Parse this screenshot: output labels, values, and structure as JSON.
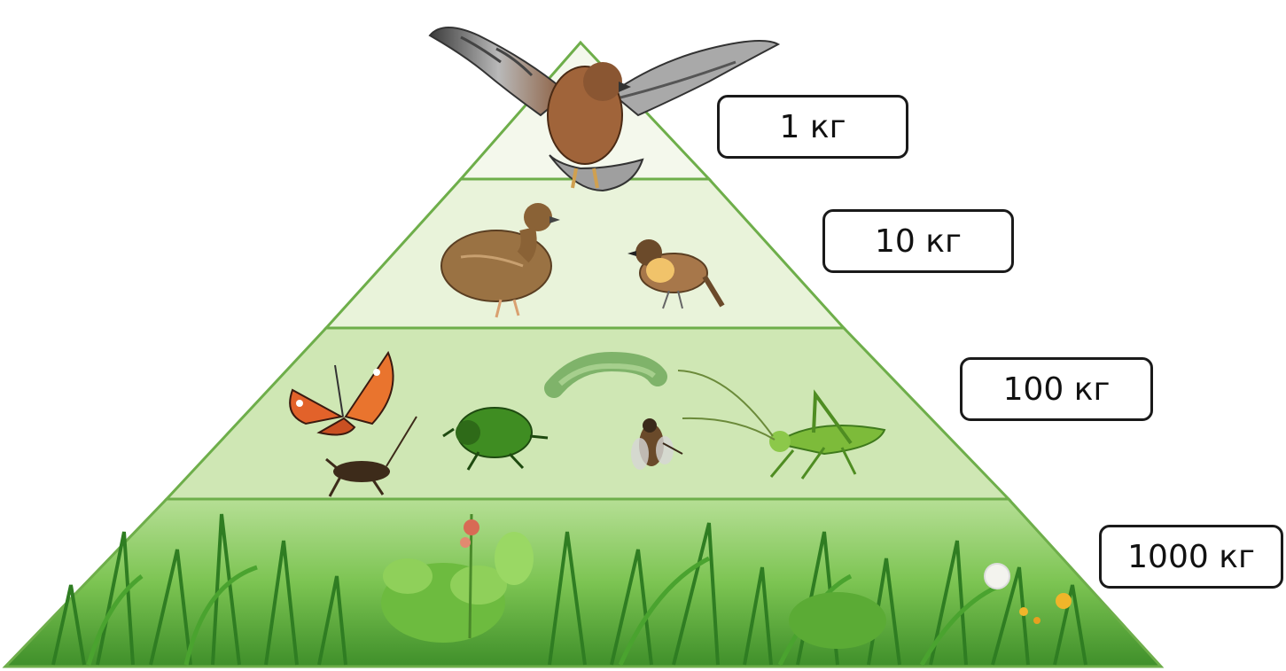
{
  "pyramid": {
    "levels": [
      {
        "id": "top-predators",
        "mass_label": "1 кг",
        "organisms": [
          "hawk"
        ]
      },
      {
        "id": "insectivores",
        "mass_label": "10 кг",
        "organisms": [
          "quail",
          "whinchat"
        ]
      },
      {
        "id": "herbivorous-insects",
        "mass_label": "100 кг",
        "organisms": [
          "butterfly",
          "caterpillar",
          "cricket",
          "beetle",
          "fly",
          "grasshopper"
        ]
      },
      {
        "id": "producers",
        "mass_label": "1000 кг",
        "organisms": [
          "grass",
          "plants",
          "flowers"
        ]
      }
    ],
    "colors": {
      "level1": "#f4f8ec",
      "level2": "#e9f3da",
      "level3": "#cfe7b4",
      "level4": "#a9d88a",
      "edge": "#6eae4a"
    }
  }
}
